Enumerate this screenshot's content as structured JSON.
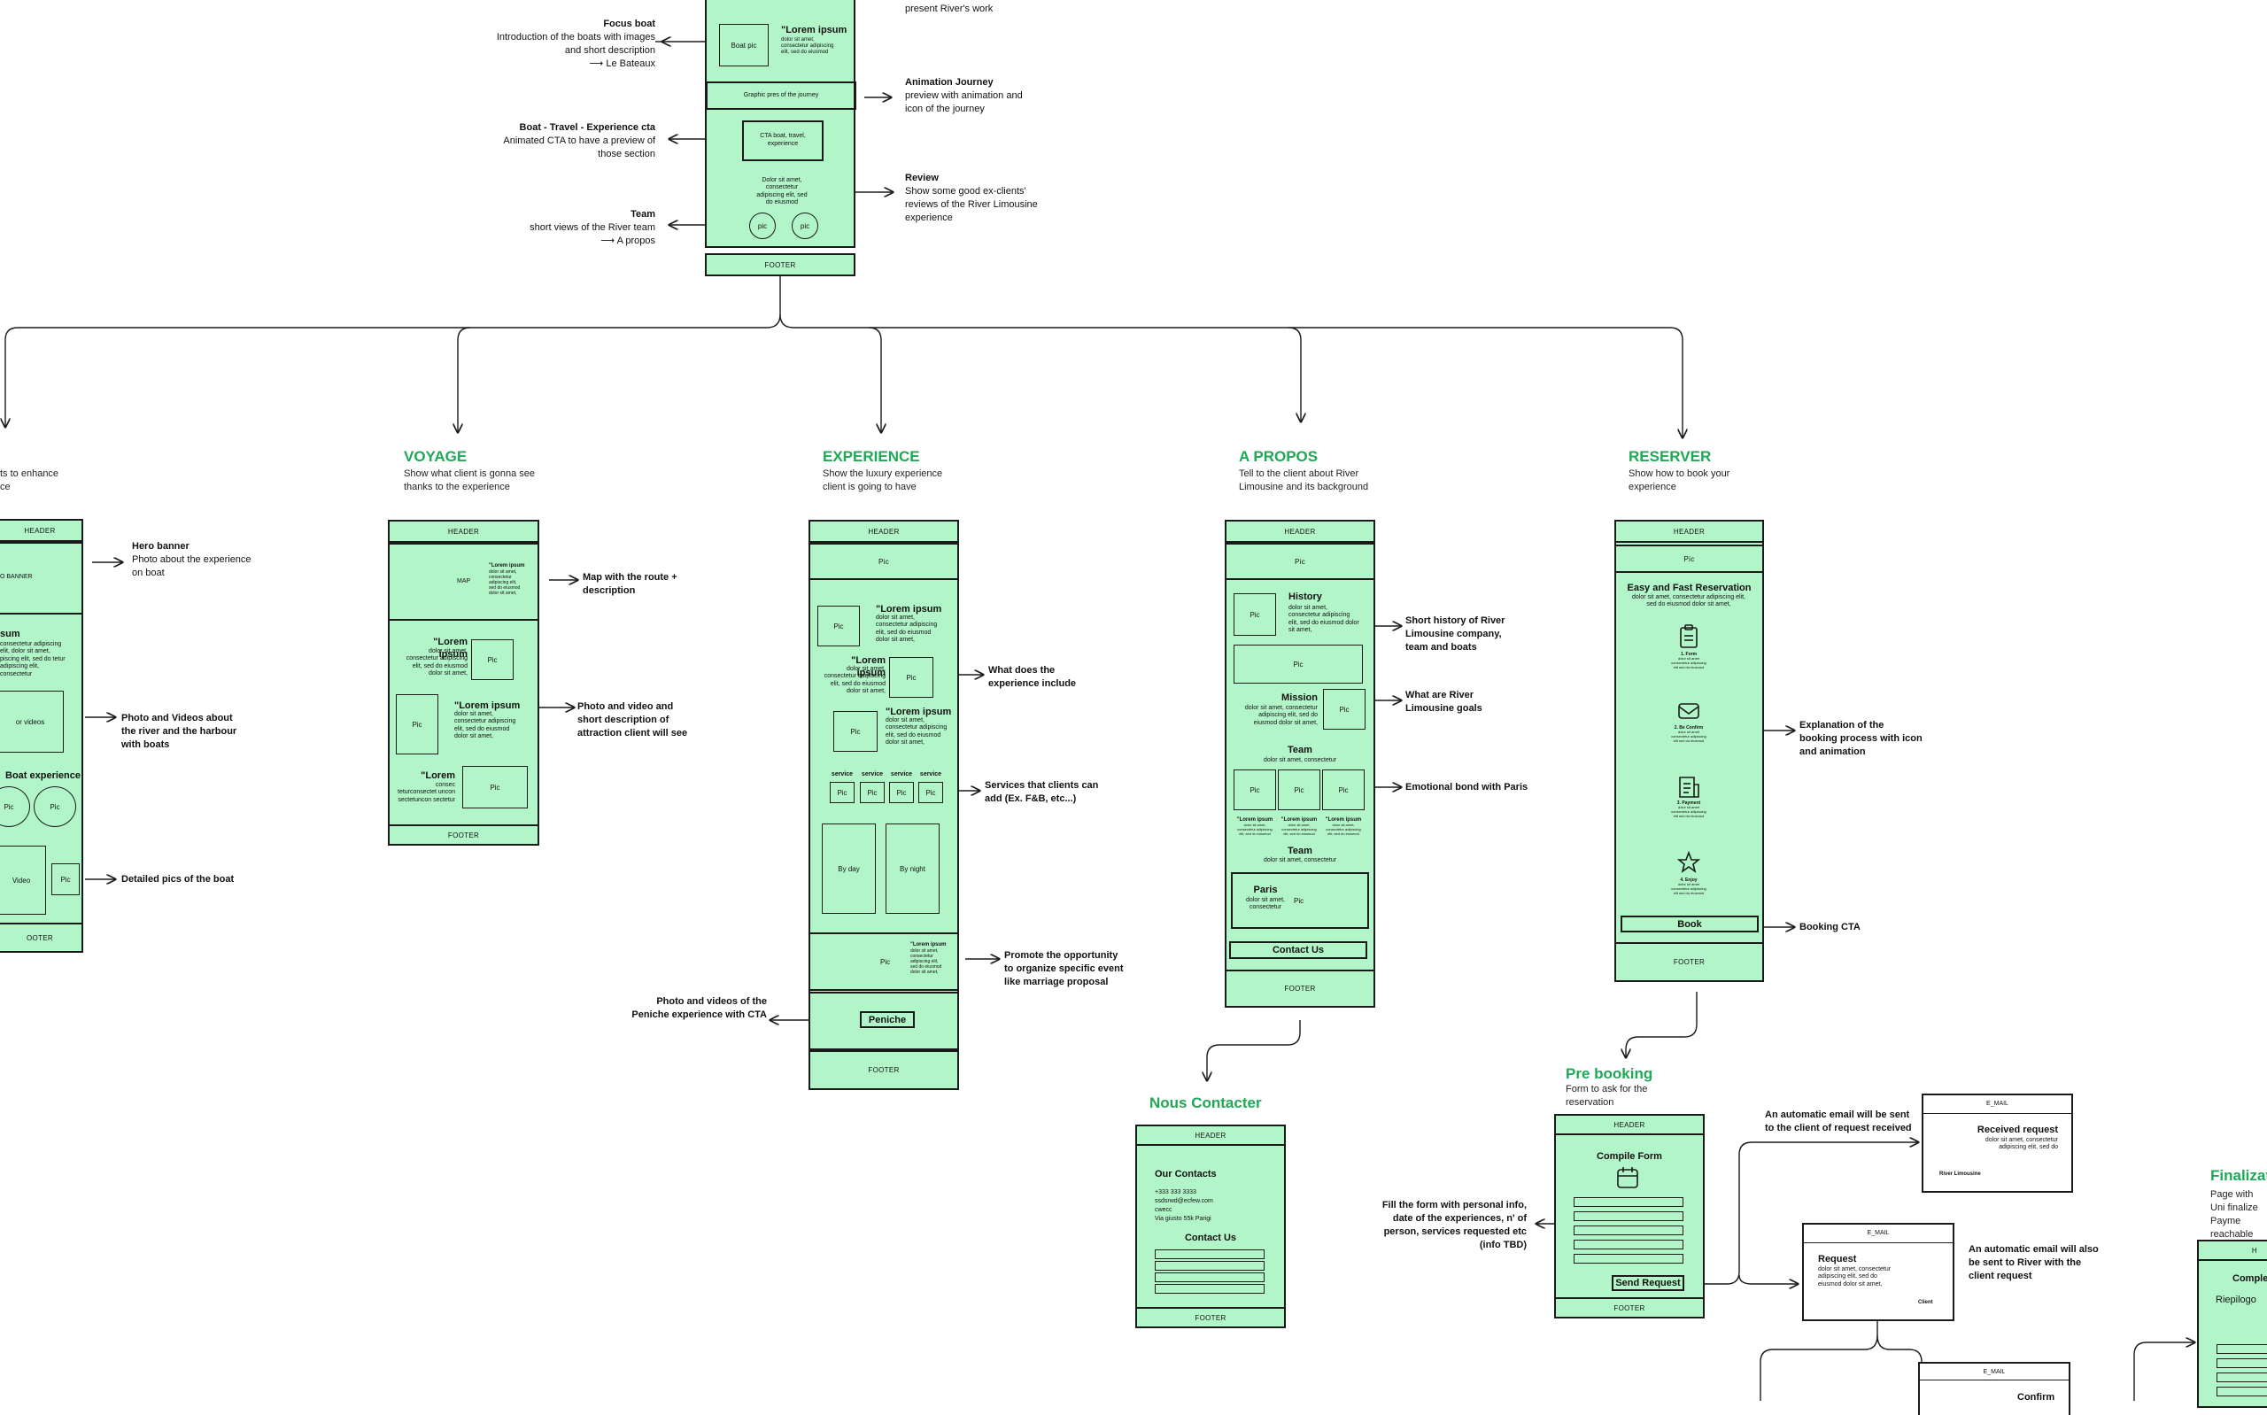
{
  "top": {
    "partial_text": "present River's work",
    "boat_pic": "Boat pic",
    "lorem": "\"Lorem ipsum",
    "lorem_body": "dolor sit amet, consectetur adipiscing elit, sed do eiusmod",
    "journey_box": "Graphic pres of the journey",
    "cta_box": "CTA boat, travel, experience",
    "review_body": "Dolor sit amet, consectetur adipiscing elit, sed do eiusmod",
    "pic": "pic",
    "footer": "FOOTER",
    "notes": {
      "focus_title": "Focus boat",
      "focus_body": "Introduction of the boats with images and short description",
      "focus_link": "⟶ Le Bateaux",
      "cta_title": "Boat - Travel - Experience cta",
      "cta_body": "Animated CTA to have a preview of those section",
      "team_title": "Team",
      "team_body": "short views of the River team",
      "team_link": "⟶ A propos",
      "anim_title": "Animation Journey",
      "anim_body": "preview with animation and icon of the journey",
      "review_title": "Review",
      "review_body": "Show some good ex-clients' reviews of the River Limousine experience"
    }
  },
  "bateaux": {
    "sub": "ts to enhance\nce",
    "header": "HEADER",
    "banner": "O BANNER",
    "lorem": "sum",
    "lorem_body": "consectetur adipiscing elit, dolor sit amet, piscing elit, sed do tetur adipiscing elit, consectetur",
    "videos": "or videos",
    "boat_exp": "Boat experience",
    "pic": "Pic",
    "video": "Video",
    "footer": "OOTER",
    "notes": {
      "hero_title": "Hero banner",
      "hero_body": "Photo about the experience on boat",
      "photo_title": "Photo and Videos about the river and the harbour with boats",
      "detail_title": "Detailed pics of the boat"
    }
  },
  "voyage": {
    "title": "VOYAGE",
    "sub": "Show what client is gonna see thanks to the experience",
    "header": "HEADER",
    "map": "MAP",
    "map_lorem": "\"Lorem ipsum",
    "map_body": "dolor sit amet, consectetur adipiscing elit, sed do eiusmod dolor sit amet,",
    "lorem": "\"Lorem ipsum",
    "lorem_body": "dolor sit amet, consectetur adipiscing elit, sed do eiusmod dolor sit amet,",
    "lorem_short": "\"Lorem",
    "lorem_short_body": "consec teturconsectet uncon sectetuncon sectetur",
    "pic": "Pic",
    "footer": "FOOTER",
    "notes": {
      "map_title": "Map with the route + description",
      "photo_title": "Photo and video and short description of attraction client will see"
    }
  },
  "experience": {
    "title": "EXPERIENCE",
    "sub": "Show the luxury experience client is going to have",
    "header": "HEADER",
    "pic": "Pic",
    "lorem": "\"Lorem ipsum",
    "lorem_body": "dolor sit amet, consectetur adipiscing elit, sed do eiusmod dolor sit amet,",
    "service": "service",
    "by_day": "By day",
    "by_night": "By night",
    "event_lorem": "\"Lorem ipsum",
    "event_body": "dolor sit amet, consectetur adipiscing elit, sed do eiusmod dolor sit amet,",
    "peniche": "Peniche",
    "footer": "FOOTER",
    "notes": {
      "include_title": "What does the experience include",
      "services_title": "Services that clients can add (Ex. F&B, etc...)",
      "promote_title": "Promote the opportunity to organize specific event like marriage proposal",
      "peniche_title": "Photo and videos of the Peniche experience with CTA"
    }
  },
  "apropos": {
    "title": "A PROPOS",
    "sub": "Tell to the client about River Limousine and its background",
    "header": "HEADER",
    "pic": "Pic",
    "history": "History",
    "history_body": "dolor sit amet, consectetur adipiscing elit, sed do eiusmod dolor sit amet,",
    "mission": "Mission",
    "mission_body": "dolor sit amet, consectetur adipiscing elit, sed do eiusmod dolor sit amet,",
    "team": "Team",
    "team_body": "dolor sit amet, consectetur",
    "team_lorem": "\"Lorem ipsum",
    "team_lorem_body": "dolor sit amet, consectetur adipiscing elit, sed do eiusmod",
    "paris": "Paris",
    "paris_body": "dolor sit amet, consectetur",
    "contact_btn": "Contact Us",
    "footer": "FOOTER",
    "notes": {
      "history_title": "Short history of River Limousine company, team and boats",
      "mission_title": "What are River Limousine goals",
      "paris_title": "Emotional bond with Paris"
    }
  },
  "reserver": {
    "title": "RESERVER",
    "sub": "Show how to book your experience",
    "header": "HEADER",
    "pic": "Pic",
    "heading": "Easy and Fast Reservation",
    "heading_body": "dolor sit amet, consectetur adipiscing elit, sed do eiusmod dolor sit amet,",
    "step1": "1. Form",
    "step2": "2. Be Confirm",
    "step3": "3. Payment",
    "step4": "4. Enjoy",
    "step_body": "dolor sit amet consectetur adipiscing elit sed do eiusmod",
    "book_btn": "Book",
    "footer": "FOOTER",
    "notes": {
      "booking_title": "Explanation of the booking process with icon and animation",
      "cta_title": "Booking CTA"
    }
  },
  "contact": {
    "title": "Nous Contacter",
    "header": "HEADER",
    "our_contacts": "Our Contacts",
    "line1": "+333 333 3333",
    "line2": "ssdsrwd@ecfew.com",
    "line3": "cwecc",
    "line4": "Via giusto 55k Parigi",
    "contact_us": "Contact Us",
    "footer": "FOOTER"
  },
  "prebooking": {
    "title": "Pre booking",
    "sub": "Form to ask for the reservation",
    "header": "HEADER",
    "compile": "Compile Form",
    "send_btn": "Send Request",
    "footer": "FOOTER",
    "notes": {
      "fill_title": "Fill the form with personal info, date of the experiences, n' of person, services requested etc (info TBD)",
      "auto_client": "An automatic email will be sent to the client of request received",
      "auto_river": "An automatic email will also be sent to River with the client request"
    }
  },
  "emails": {
    "email_label": "E_MAIL",
    "received_title": "Received request",
    "received_body": "dolor sit amet, consectetur adipiscing elit, sed do",
    "river": "River Limousine",
    "request_title": "Request",
    "request_body": "dolor sit amet, consectetur adipiscing elit, sed do eiusmod dolor sit amet,",
    "client": "Client",
    "confirm_title": "Confirm"
  },
  "finalize": {
    "title": "Finalizat",
    "sub": "Page with Uni finalize Payme reachable with",
    "header": "H",
    "complete": "Complet",
    "riepilogo": "Riepilogo"
  }
}
